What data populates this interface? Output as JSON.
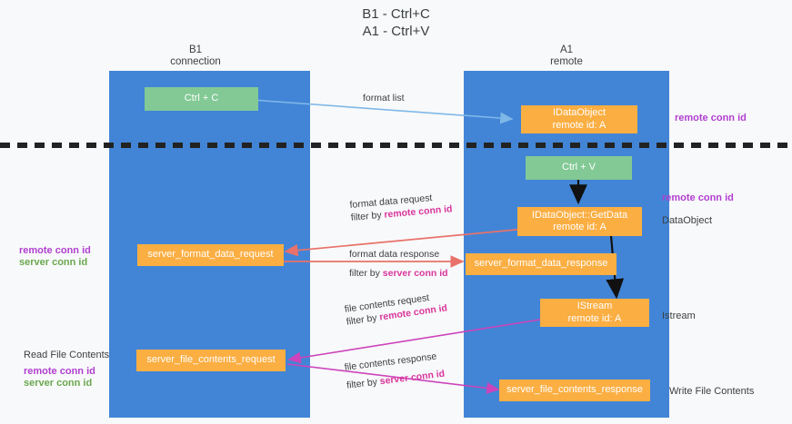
{
  "title": {
    "line1": "B1 - Ctrl+C",
    "line2": "A1 - Ctrl+V"
  },
  "lanes": [
    {
      "name": "B1",
      "role": "connection"
    },
    {
      "name": "A1",
      "role": "remote"
    }
  ],
  "nodes": {
    "ctrl_c": {
      "label": "Ctrl + C"
    },
    "idataobject": {
      "line1": "IDataObject",
      "line2": "remote id: A"
    },
    "ctrl_v": {
      "label": "Ctrl + V"
    },
    "getdata": {
      "line1": "IDataObject::GetData",
      "line2": "remote id: A"
    },
    "format_request": {
      "label": "server_format_data_request"
    },
    "format_response": {
      "label": "server_format_data_response"
    },
    "istream": {
      "line1": "IStream",
      "line2": "remote id: A"
    },
    "file_request": {
      "label": "server_file_contents_request"
    },
    "file_response": {
      "label": "server_file_contents_response"
    }
  },
  "edge_labels": {
    "format_list": "format list",
    "format_data_request": {
      "line1": "format data request",
      "prefix": "filter by ",
      "key": "remote conn id"
    },
    "format_data_response": {
      "line1": "format data response",
      "prefix": "filter by ",
      "key": "server conn id"
    },
    "file_contents_request": {
      "line1": "file contents request",
      "prefix": "filter by ",
      "key": "remote conn id"
    },
    "file_contents_response": {
      "line1": "file contents response",
      "prefix": "filter by ",
      "key": "server conn id"
    }
  },
  "annotations": {
    "right_remote_conn_1": "remote conn id",
    "right_remote_conn_2": "remote conn id",
    "right_dataobject": "DataObject",
    "right_istream": "Istream",
    "right_write_file": "Write File Contents",
    "left_remote_conn": "remote conn id",
    "left_server_conn": "server conn id",
    "left_read_file": "Read File Contents",
    "left_remote_conn_2": "remote conn id",
    "left_server_conn_2": "server conn id"
  },
  "colors": {
    "lane": "#4285d6",
    "green_node": "#82c995",
    "orange_node": "#fbae42",
    "remote_conn_id": "#b13fd0",
    "server_conn_id": "#6aa84f",
    "arrow_blue": "#7fb8e8",
    "arrow_red": "#e8726b",
    "arrow_magenta": "#cc44bb",
    "arrow_black": "#111111",
    "background": "#f8f9fa"
  }
}
